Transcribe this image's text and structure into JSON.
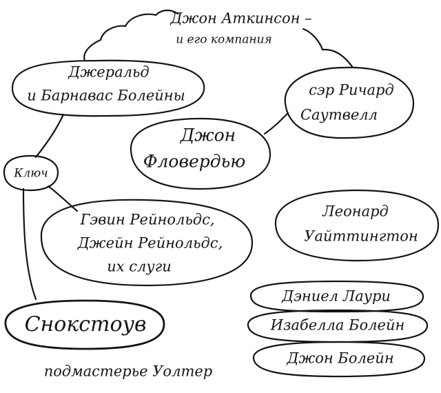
{
  "nodes": {
    "atkinson": {
      "lines": [
        "Джон Аткинсон –",
        "и его компания"
      ]
    },
    "boleyns": {
      "lines": [
        "Джеральд",
        "и Барнавас Болейны"
      ]
    },
    "southwell": {
      "lines": [
        "сэр Ричард",
        "Саутвелл"
      ]
    },
    "flowerdew": {
      "lines": [
        "Джон",
        "Фловердью"
      ]
    },
    "key": {
      "lines": [
        "Ключ"
      ]
    },
    "reynolds": {
      "lines": [
        "Гэвин Рейнольдс,",
        "Джейн Рейнольдс,",
        "их слуги"
      ]
    },
    "whittington": {
      "lines": [
        "Леонард",
        "Уайттингтон"
      ]
    },
    "lowry": {
      "lines": [
        "Дэниел Лаури"
      ]
    },
    "isabella": {
      "lines": [
        "Изабелла Болейн"
      ]
    },
    "john_boleyn": {
      "lines": [
        "Джон Болейн"
      ]
    },
    "snokstow": {
      "lines": [
        "Снокстоув"
      ]
    }
  },
  "footer": {
    "apprentice": "подмастерье Уолтер"
  }
}
